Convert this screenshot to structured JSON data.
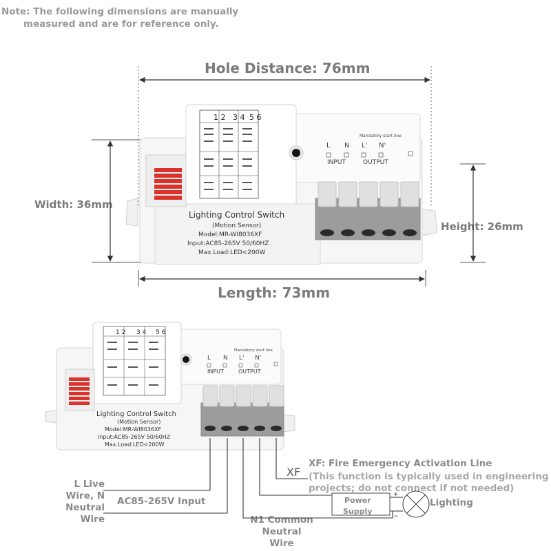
{
  "note": {
    "line1": "Note: The following dimensions are manually",
    "line2": "measured and are for reference only."
  },
  "dimensions": {
    "hole_distance": "Hole Distance: 76mm",
    "width": "Width: 36mm",
    "height": "Height: 26mm",
    "length": "Length: 73mm"
  },
  "device": {
    "title": "Lighting Control Switch",
    "subtitle": "(Motion Sensor)",
    "model": "Model:MR-WI8036XF",
    "input": "Input:AC85-265V  50/60HZ",
    "max_load": "Max.Load:LED<200W",
    "terminals": [
      "L",
      "N",
      "L'",
      "N'"
    ],
    "input_group": "INPUT",
    "output_group": "OUTPUT",
    "mandatory_label": "Mandatory start line",
    "settings_cols": [
      "1 2",
      "3 4",
      "5 6"
    ]
  },
  "wiring": {
    "xf_symbol": "XF",
    "xf_title": "XF: Fire Emergency Activation Line",
    "xf_note_1": "(This function is typically used in engineering",
    "xf_note_2": "projects; do not connect if not needed)",
    "power_supply_1": "Power",
    "power_supply_2": "Supply",
    "lighting": "Lighting",
    "l_live_1": "L Live",
    "l_live_2": "Wire, N",
    "l_live_3": "Neutral",
    "l_live_4": "Wire",
    "ac_input": "AC85-265V Input",
    "n1_1": "N1 Common Neutral",
    "n1_2": "Wire"
  },
  "colors": {
    "body": "#f5f5f5",
    "terminal_gray": "#9c9c9c",
    "switch_red": "#d9332c",
    "dim_text": "#7b7b7b"
  }
}
